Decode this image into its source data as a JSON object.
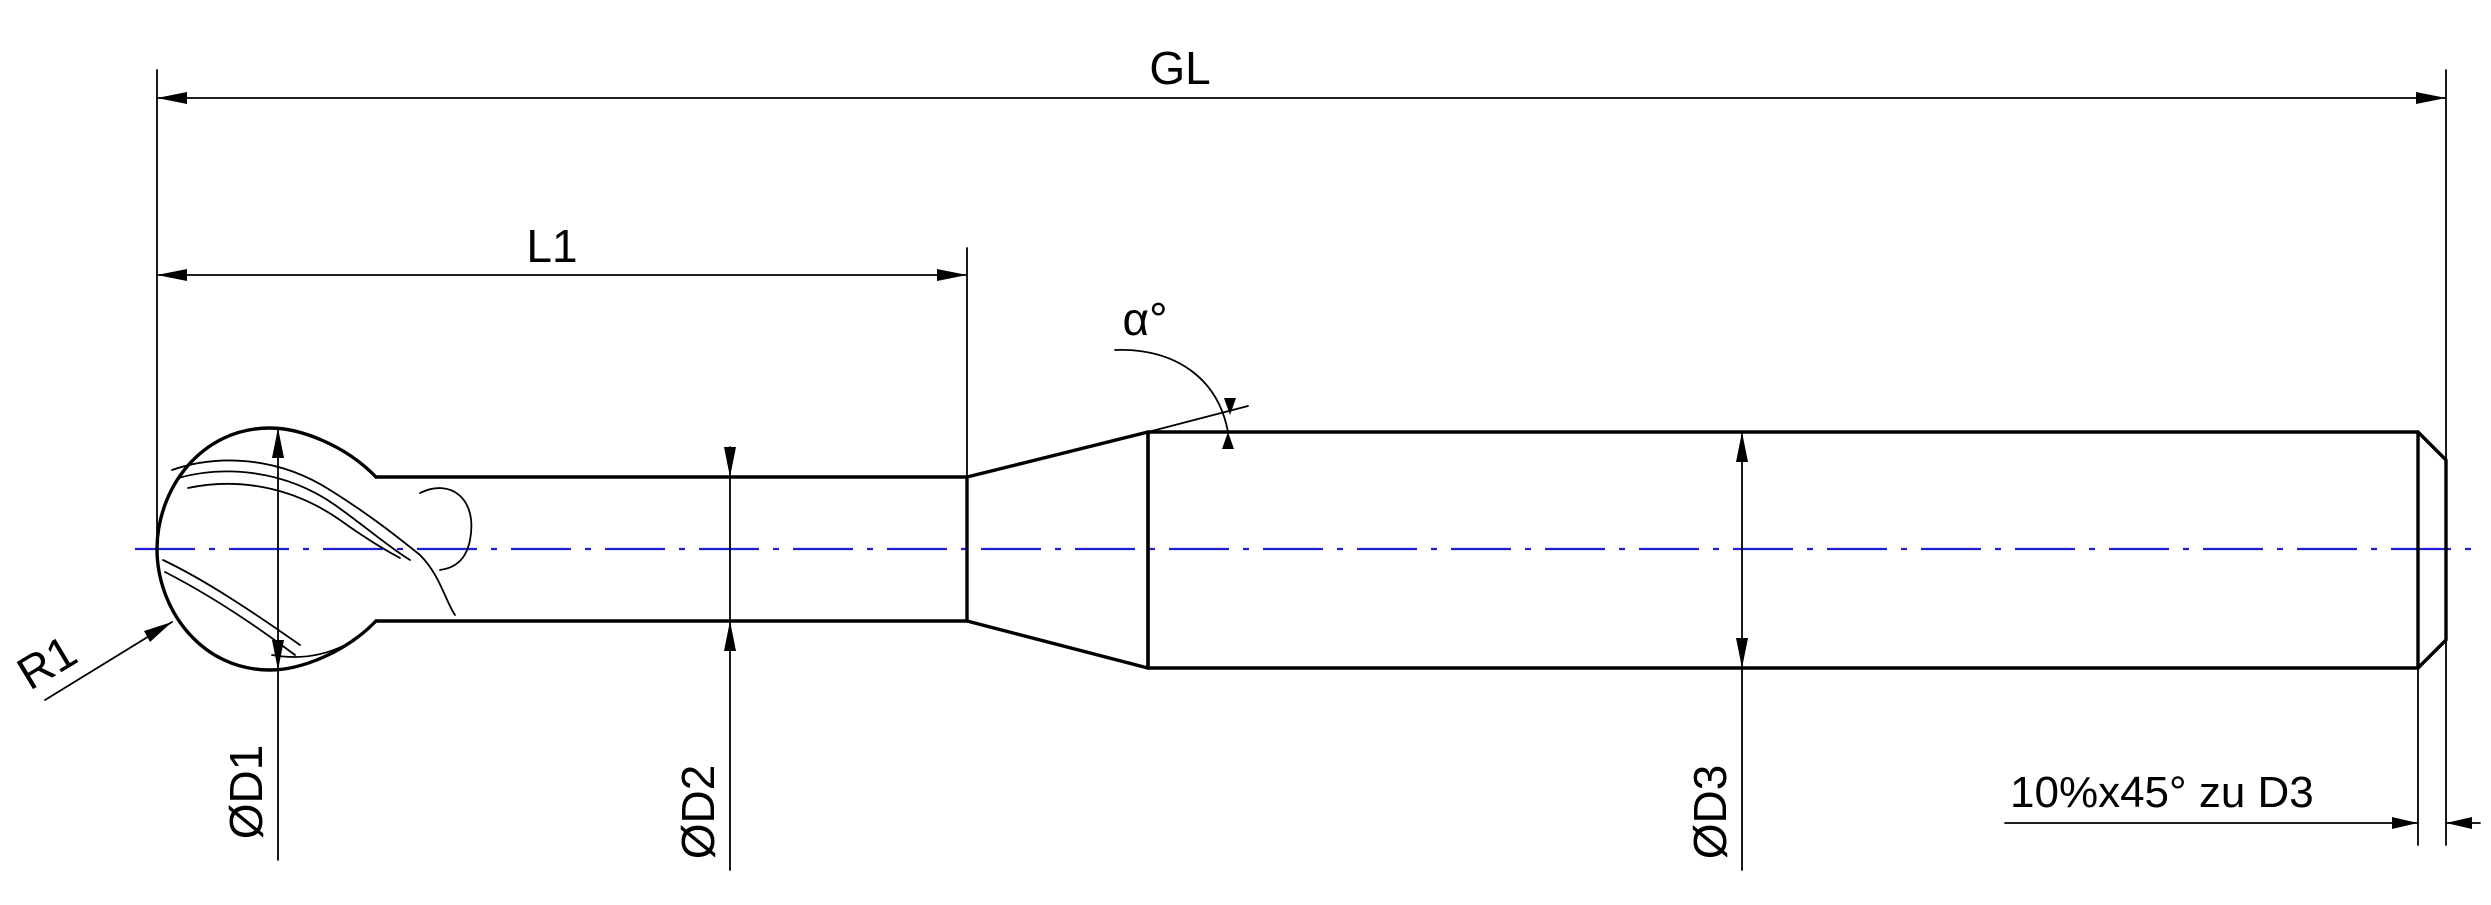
{
  "labels": {
    "overall_length": "GL",
    "length_l1": "L1",
    "angle": "α°",
    "radius": "R1",
    "diameter_d1": "ØD1",
    "diameter_d2": "ØD2",
    "diameter_d3": "ØD3",
    "chamfer_note": "10%x45° zu D3"
  },
  "colors": {
    "lines": "#000000",
    "centerline": "#1f1fd6",
    "background": "#ffffff"
  }
}
